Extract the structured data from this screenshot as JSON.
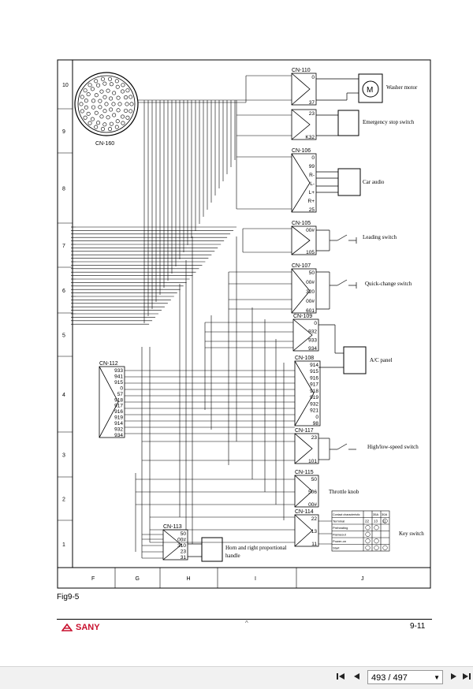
{
  "figure": {
    "label": "Fig9-5",
    "page_number": "9-11",
    "footer_mark": "^",
    "brand": "SANY"
  },
  "grid": {
    "rows": [
      "10",
      "9",
      "8",
      "7",
      "6",
      "5",
      "4",
      "3",
      "2",
      "1"
    ],
    "columns": [
      "F",
      "G",
      "H",
      "I",
      "J"
    ]
  },
  "connectors": {
    "cn160": "CN-160",
    "cn110": {
      "name": "CN-110",
      "pins": [
        "0",
        "37"
      ]
    },
    "cn109a": {
      "pins": [
        "23",
        "K32"
      ]
    },
    "cn106": {
      "name": "CN-106",
      "pins": [
        "0",
        "99",
        "R-",
        "L-",
        "L+",
        "R+",
        "25"
      ]
    },
    "cn105": {
      "name": "CN-105",
      "pins": [
        "00#",
        "105"
      ]
    },
    "cn107": {
      "name": "CN-107",
      "pins": [
        "50",
        "00#",
        "320",
        "00#",
        "601"
      ]
    },
    "cn109": {
      "name": "CN-109",
      "pins": [
        "0",
        "932",
        "933",
        "934"
      ]
    },
    "cn108": {
      "name": "CN-108",
      "pins": [
        "914",
        "915",
        "916",
        "917",
        "918",
        "919",
        "932",
        "921",
        "0",
        "98"
      ]
    },
    "cn112": {
      "name": "CN-112",
      "pins": [
        "933",
        "941",
        "915",
        "0",
        "57",
        "918",
        "917",
        "916",
        "919",
        "914",
        "932",
        "934"
      ]
    },
    "cn117": {
      "name": "CN-117",
      "pins": [
        "23",
        "101"
      ]
    },
    "cn115": {
      "name": "CN-115",
      "pins": [
        "50",
        "506",
        "00#"
      ]
    },
    "cn114": {
      "name": "CN-114",
      "pins": [
        "22",
        "13",
        "11"
      ]
    },
    "cn113": {
      "name": "CN-113",
      "pins": [
        "50",
        "00#",
        "310",
        "23",
        "31"
      ]
    }
  },
  "components": {
    "washer_motor": "Washer motor",
    "motor_symbol": "M",
    "emergency_stop": "Emergency stop switch",
    "car_audio": "Car audio",
    "leading_switch": "Leading switch",
    "quick_change": "Quick-change switch",
    "ac_panel": "A/C panel",
    "high_low_speed": "High/low-speed switch",
    "throttle_knob": "Throttle knob",
    "key_switch": "Key switch",
    "horn_handle_line1": "Horn and right proportional",
    "horn_handle_line2": "handle"
  },
  "key_table": {
    "headers": [
      "Contact characteristic",
      "35A",
      "30A"
    ],
    "rows": [
      {
        "label": "Terminal",
        "c1": "22",
        "c2": "13",
        "c3": "11"
      },
      {
        "label": "Preheating",
        "c1": "",
        "c2": "",
        "c3": ""
      },
      {
        "label": "Flameout",
        "c1": "",
        "c2": "",
        "c3": ""
      },
      {
        "label": "Power-on",
        "c1": "",
        "c2": "",
        "c3": ""
      },
      {
        "label": "Start",
        "c1": "",
        "c2": "",
        "c3": ""
      }
    ]
  },
  "viewer": {
    "page_display": "493 / 497",
    "first_icon": "skip-first-icon",
    "prev_icon": "prev-icon",
    "next_icon": "next-icon",
    "last_icon": "skip-last-icon"
  },
  "colors": {
    "line": "#000000",
    "brand_red": "#c8102e"
  }
}
